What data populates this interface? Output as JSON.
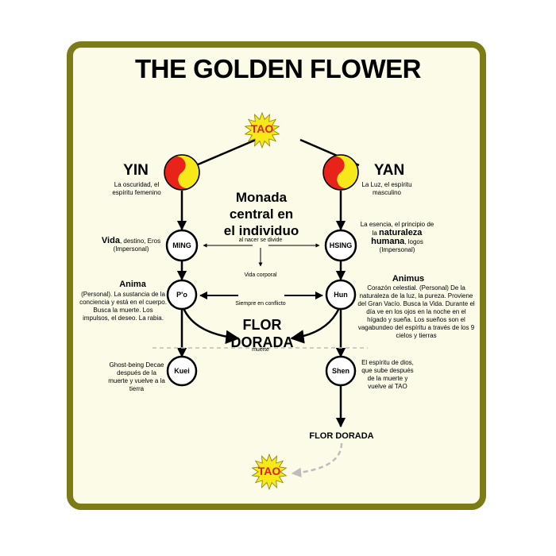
{
  "title": "THE GOLDEN FLOWER",
  "tao_top": "TAO",
  "tao_bottom": "TAO",
  "yin": {
    "label": "YIN",
    "desc": "La oscuridad, el espíritu femenino"
  },
  "yan": {
    "label": "YAN",
    "desc": "La Luz, el espíritu masculino"
  },
  "monada": {
    "line1": "Monada",
    "line2": "central en",
    "line3": "el individuo"
  },
  "nacer_divide": "al nacer se divide",
  "vida_corporal": "Vida corporal",
  "siempre_conflicto": "Siempre en conflicto",
  "ming": {
    "node": "MING",
    "vida_word": "Vida",
    "vida_rest": ", destino, Eros",
    "impersonal": "(Impersonal)"
  },
  "hsing": {
    "node": "HSING",
    "line1": "La esencia, el principio de",
    "line2_pre": "la",
    "line2_word": "naturaleza",
    "line3_word": "humana",
    "line3_rest": ", logos",
    "impersonal": "(Impersonal)"
  },
  "anima": {
    "title": "Anima",
    "desc": "(Personal). La sustancia de la conciencia y está en el cuerpo.  Busca la muerte.  Los impulsos, el deseo. La rabia.",
    "node": "P'o"
  },
  "animus": {
    "title": "Animus",
    "desc": "Corazón celestial. (Personal) De la naturaleza de la luz, la pureza.  Proviene del Gran Vacío.  Busca la Vida. Durante el día ve en los ojos en la noche en el hígado y sueña. Los sueños son el vagabundeo del espíritu a través de los 9 cielos y tierras",
    "node": "Hun"
  },
  "flor_center": {
    "line1": "FLOR",
    "line2": "DORADA"
  },
  "muerte": "muerte",
  "kuei": {
    "node": "Kuei",
    "desc": "Ghost-being Decae después de la muerte y vuelve a la tierra"
  },
  "shen": {
    "node": "Shen",
    "desc": "El espíritu de dios, que sube después de la muerte y vuelve al TAO"
  },
  "flor_bottom": "FLOR DORADA",
  "colors": {
    "frame": "#7b7b17",
    "background": "#fbfbe8",
    "yin_red": "#e8231a",
    "yang_yellow": "#f7e81a",
    "tao_star": "#f7e81a",
    "tao_text": "#e02020",
    "dashed": "#bdbdbd"
  }
}
